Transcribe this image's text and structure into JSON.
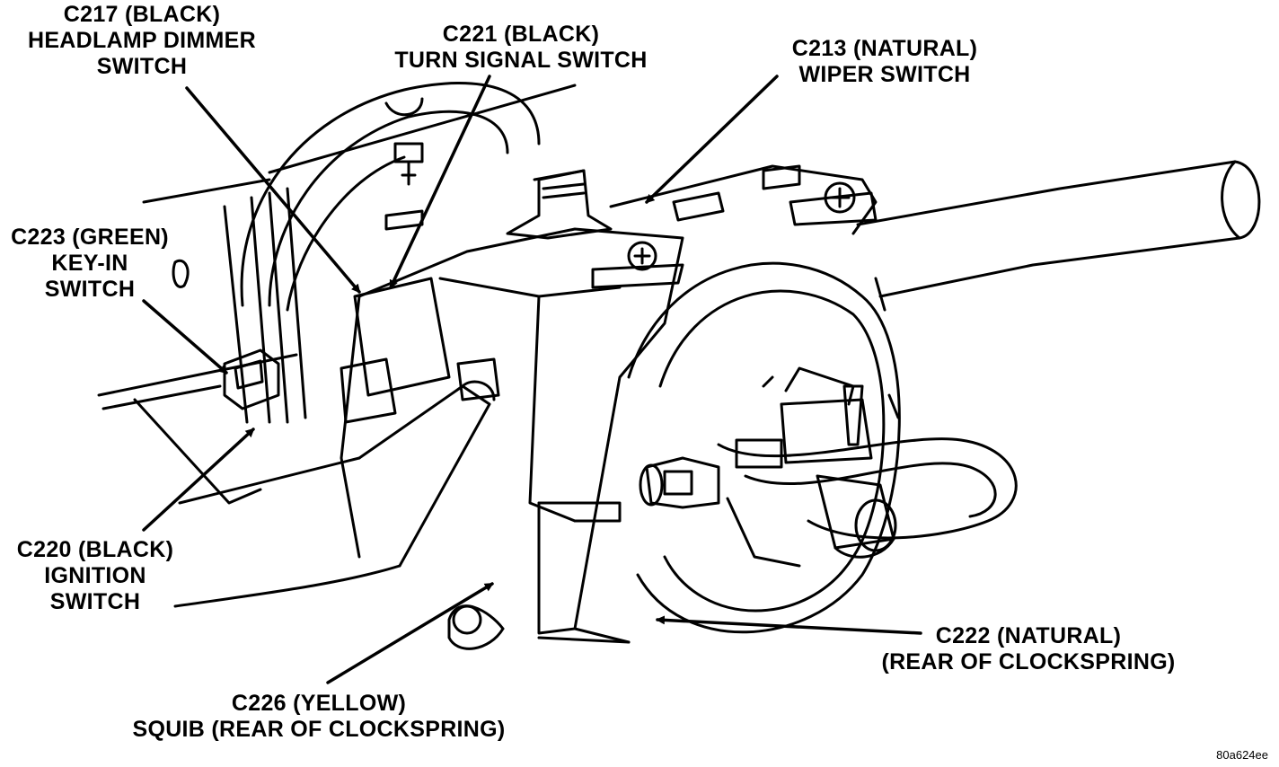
{
  "callouts": {
    "c217": {
      "lines": [
        "C217 (BLACK)",
        "HEADLAMP DIMMER",
        "SWITCH"
      ]
    },
    "c221": {
      "lines": [
        "C221 (BLACK)",
        "TURN SIGNAL SWITCH"
      ]
    },
    "c213": {
      "lines": [
        "C213 (NATURAL)",
        "WIPER SWITCH"
      ]
    },
    "c223": {
      "lines": [
        "C223 (GREEN)",
        "KEY-IN",
        "SWITCH"
      ]
    },
    "c220": {
      "lines": [
        "C220 (BLACK)",
        "IGNITION",
        "SWITCH"
      ]
    },
    "c222": {
      "lines": [
        "C222 (NATURAL)",
        "(REAR OF CLOCKSPRING)"
      ]
    },
    "c226": {
      "lines": [
        "C226 (YELLOW)",
        "SQUIB (REAR OF CLOCKSPRING)"
      ]
    }
  },
  "figure_id": "80a624ee",
  "colors": {
    "ink": "#000000",
    "paper": "#ffffff"
  }
}
